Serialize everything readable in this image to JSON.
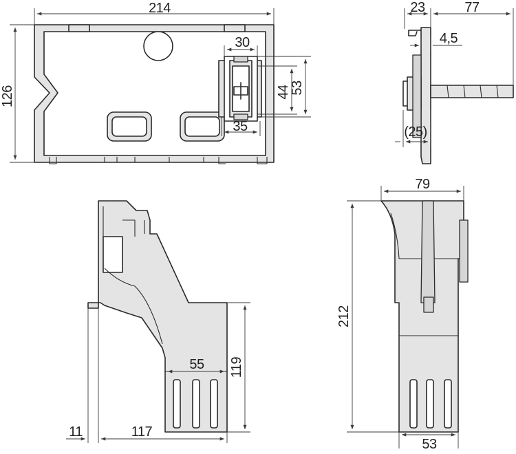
{
  "dimensions": {
    "front_width": "214",
    "front_height": "126",
    "module_width": "30",
    "inner_height": "44",
    "outer_height": "53",
    "bottom_width": "35",
    "side_left": "23",
    "side_right": "77",
    "side_gap": "4,5",
    "side_depth": "(25)",
    "funnel_offset": "11",
    "funnel_length": "117",
    "funnel_outlet_width": "55",
    "funnel_height": "119",
    "back_width": "79",
    "back_height": "212",
    "back_bottom_width": "53"
  }
}
